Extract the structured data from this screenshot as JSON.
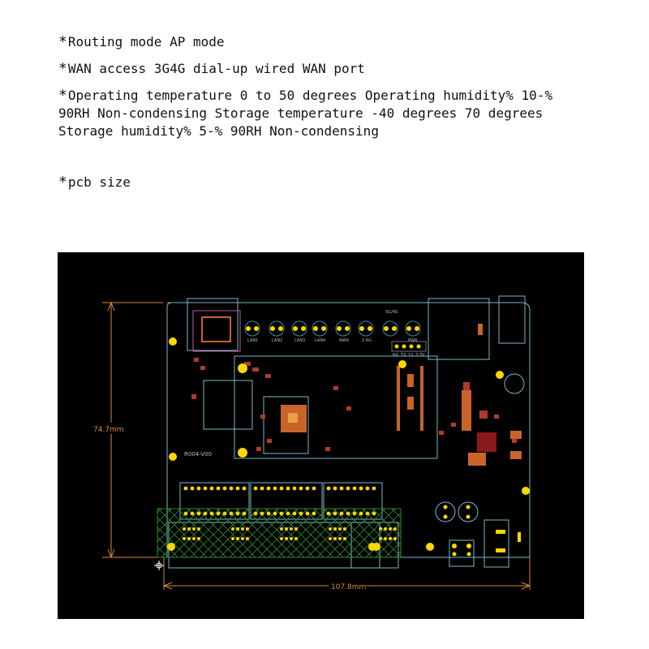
{
  "specs": [
    {
      "bullet": "*",
      "text": "Routing mode AP mode"
    },
    {
      "bullet": "*",
      "text": "WAN access 3G4G dial-up wired WAN port"
    },
    {
      "bullet": "*",
      "text": "Operating temperature 0 to 50 degrees Operating humidity% 10-% 90RH Non-condensing Storage temperature -40 degrees 70 degrees Storage humidity% 5-% 90RH Non-condensing"
    },
    {
      "bullet": "*",
      "text": "pcb size"
    }
  ],
  "pcb": {
    "height_dimension": "74.7mm",
    "width_dimension": "107.8mm",
    "board_label": "R004-V00",
    "led_labels": [
      "LAN1",
      "LAN2",
      "LAN3",
      "LAN4",
      "WAN",
      "2.4G",
      "5G/4G",
      "PWR"
    ],
    "header_labels": [
      "RX",
      "TX",
      "1V",
      "3.3V"
    ],
    "colors": {
      "background": "#000000",
      "outline": "#7ab8c8",
      "dimension": "#d88a3a",
      "pad": "#ffd700",
      "smd": "#c8642a",
      "hatch": "#2e8b2e"
    }
  }
}
